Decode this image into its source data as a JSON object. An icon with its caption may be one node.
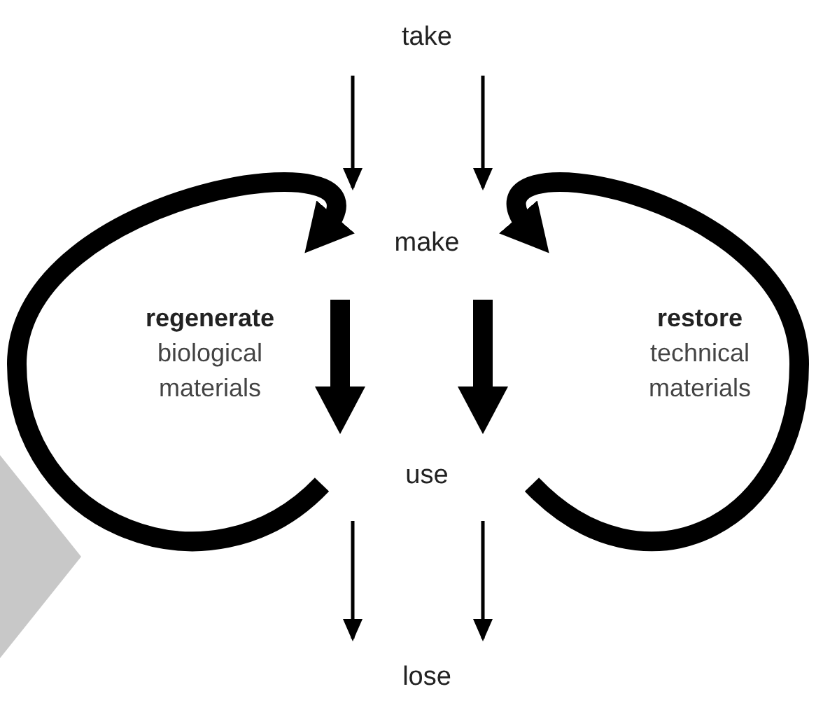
{
  "diagram": {
    "nodes": [
      {
        "text": [
          "take"
        ]
      },
      {
        "text": [
          "make"
        ]
      },
      {
        "text": [
          "use"
        ]
      },
      {
        "text": [
          "lose"
        ]
      },
      {
        "text": [],
        "shape": "triangle"
      }
    ],
    "edges": [
      {
        "from": 0,
        "to": 1,
        "arrow": "to"
      },
      {
        "from": 0,
        "to": 1,
        "arrow": "to"
      },
      {
        "from": 1,
        "to": 2,
        "arrow": "to",
        "style": "thick"
      },
      {
        "from": 1,
        "to": 2,
        "arrow": "to",
        "style": "thick"
      },
      {
        "from": 2,
        "to": 3,
        "arrow": "to"
      },
      {
        "from": 2,
        "to": 3,
        "arrow": "to"
      },
      {
        "from": 2,
        "to": 1,
        "arrow": "to",
        "style": "thick"
      },
      {
        "from": 2,
        "to": 1,
        "arrow": "to",
        "style": "thick"
      }
    ],
    "labels": [
      "regenerate",
      "biological materials",
      "restore",
      "technical materials"
    ]
  }
}
